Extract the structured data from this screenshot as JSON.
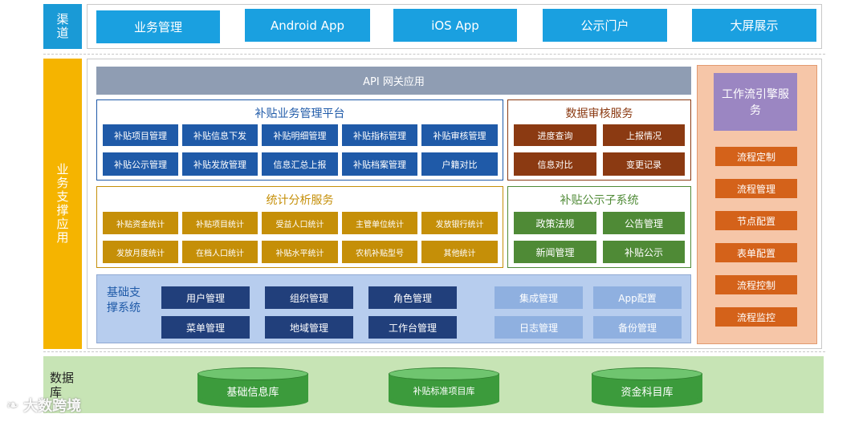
{
  "channel": {
    "side_label": "渠道",
    "buttons": [
      "业务管理",
      "Android App",
      "iOS App",
      "公示门户",
      "大屏展示"
    ]
  },
  "business": {
    "side_label": "业务支撑应用",
    "gateway": "API 网关应用",
    "subsidy_platform": {
      "title": "补贴业务管理平台",
      "items": [
        "补贴项目管理",
        "补贴信息下发",
        "补贴明细管理",
        "补贴指标管理",
        "补贴审核管理",
        "补贴公示管理",
        "补贴发放管理",
        "信息汇总上报",
        "补贴档案管理",
        "户籍对比"
      ]
    },
    "data_audit": {
      "title": "数据审核服务",
      "items": [
        "进度查询",
        "上报情况",
        "信息对比",
        "变更记录"
      ]
    },
    "stats": {
      "title": "统计分析服务",
      "items": [
        "补贴资金统计",
        "补贴项目统计",
        "受益人口统计",
        "主管单位统计",
        "发放银行统计",
        "发放月度统计",
        "在档人口统计",
        "补贴水平统计",
        "农机补贴型号",
        "其他统计"
      ]
    },
    "publicity": {
      "title": "补贴公示子系统",
      "items": [
        "政策法规",
        "公告管理",
        "新闻管理",
        "补贴公示"
      ]
    },
    "base_support": {
      "title": "基础支撑系统",
      "items_dark": [
        "用户管理",
        "组织管理",
        "角色管理",
        "菜单管理",
        "地域管理",
        "工作台管理"
      ],
      "items_light": [
        "集成管理",
        "App配置",
        "日志管理",
        "备份管理"
      ]
    },
    "workflow": {
      "title": "工作流引擎服务",
      "items": [
        "流程定制",
        "流程管理",
        "节点配置",
        "表单配置",
        "流程控制",
        "流程监控"
      ]
    }
  },
  "database": {
    "side_label": "数据库",
    "items": [
      "基础信息库",
      "补贴标准项目库",
      "资金科目库"
    ]
  },
  "watermark": "大数跨境",
  "colors": {
    "side_blue": "#1a9ad6",
    "side_yellow": "#f5b400",
    "db_band": "#c7e4b5"
  }
}
